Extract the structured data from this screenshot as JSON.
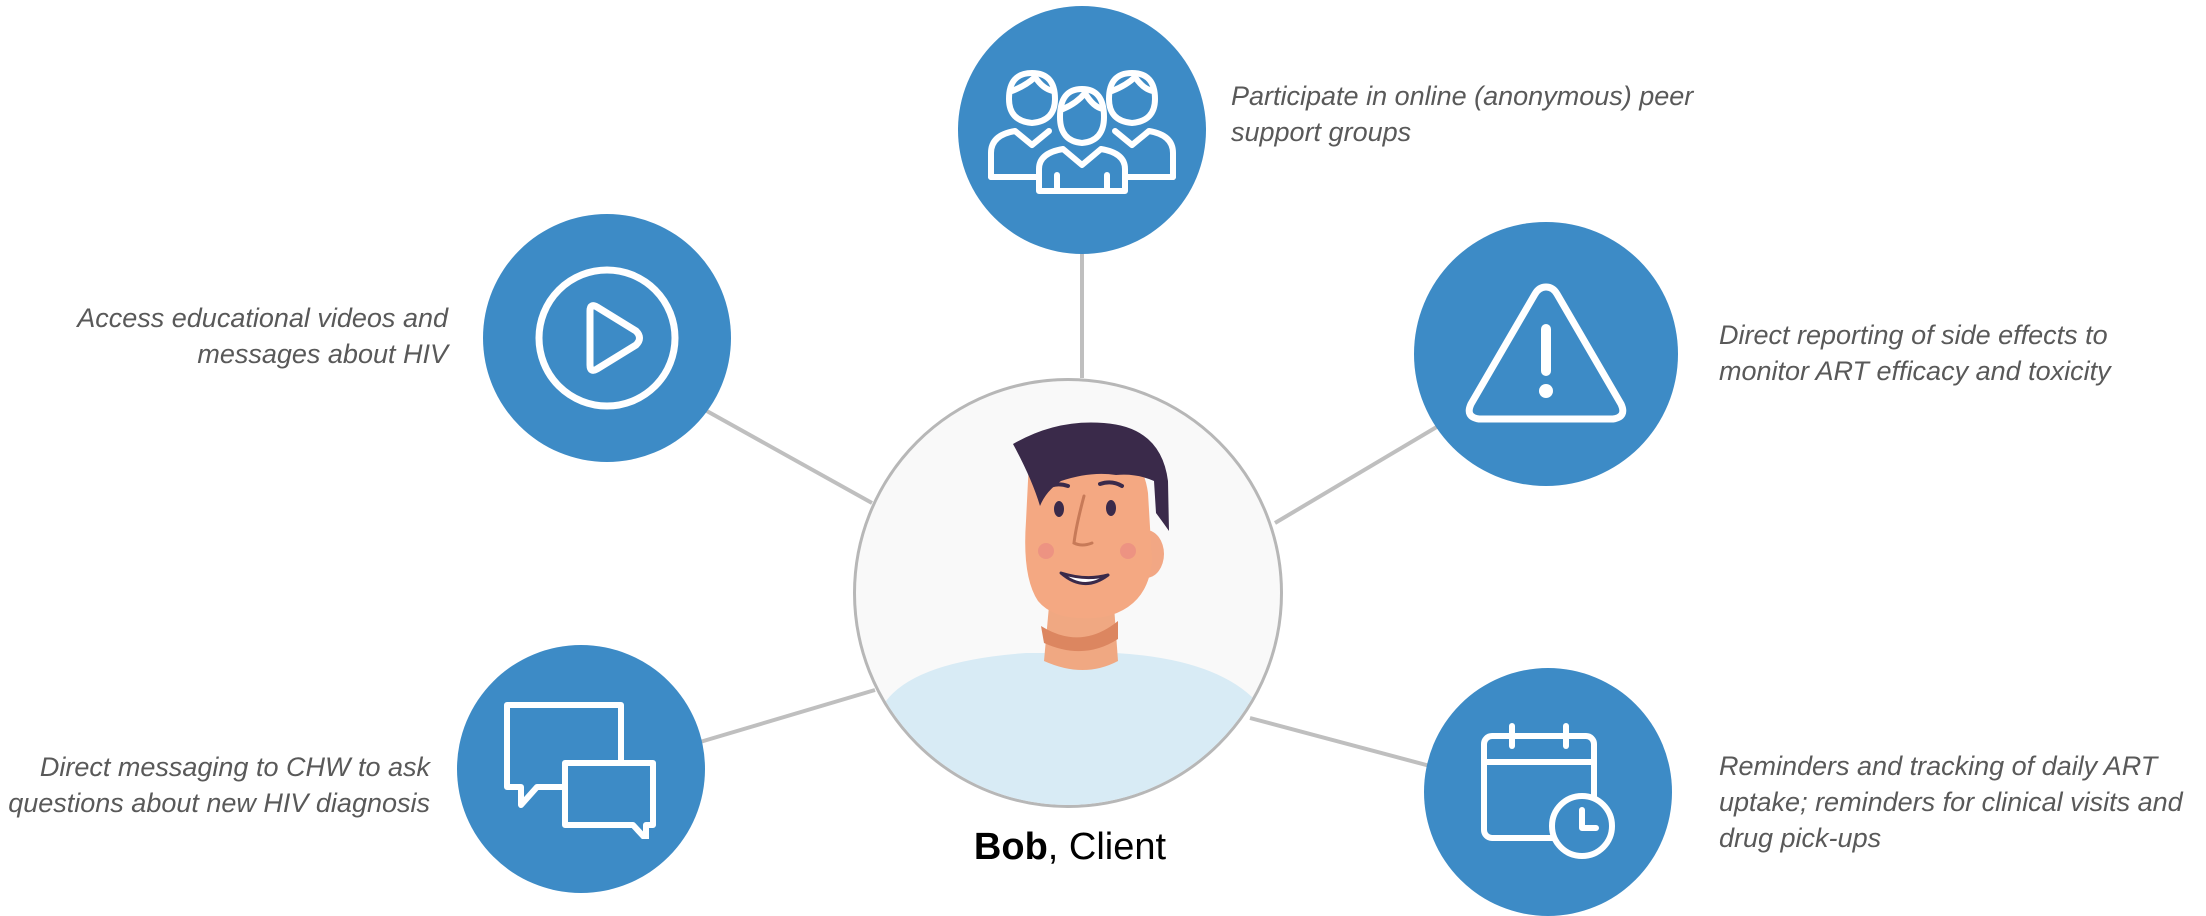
{
  "colors": {
    "node_fill": "#3d8bc6",
    "connector": "#bfbfbf",
    "caption_text": "#595959"
  },
  "center": {
    "name": "Bob",
    "role": ", Client",
    "avatar_icon": "person-avatar"
  },
  "nodes": [
    {
      "id": "peer-support",
      "icon": "group-icon",
      "caption_lines": [
        "Participate in online (anonymous) peer",
        "support groups"
      ]
    },
    {
      "id": "side-effects",
      "icon": "warning-icon",
      "caption_lines": [
        "Direct reporting of side effects to",
        "monitor ART efficacy and toxicity"
      ]
    },
    {
      "id": "reminders",
      "icon": "calendar-clock-icon",
      "caption_lines": [
        "Reminders and tracking of daily ART",
        "uptake; reminders for clinical visits and",
        "drug pick-ups"
      ]
    },
    {
      "id": "messaging",
      "icon": "chat-bubbles-icon",
      "caption_lines": [
        "Direct messaging to CHW to ask",
        "questions about new HIV diagnosis"
      ]
    },
    {
      "id": "videos",
      "icon": "play-icon",
      "caption_lines": [
        "Access educational videos and",
        "messages about HIV"
      ]
    }
  ]
}
